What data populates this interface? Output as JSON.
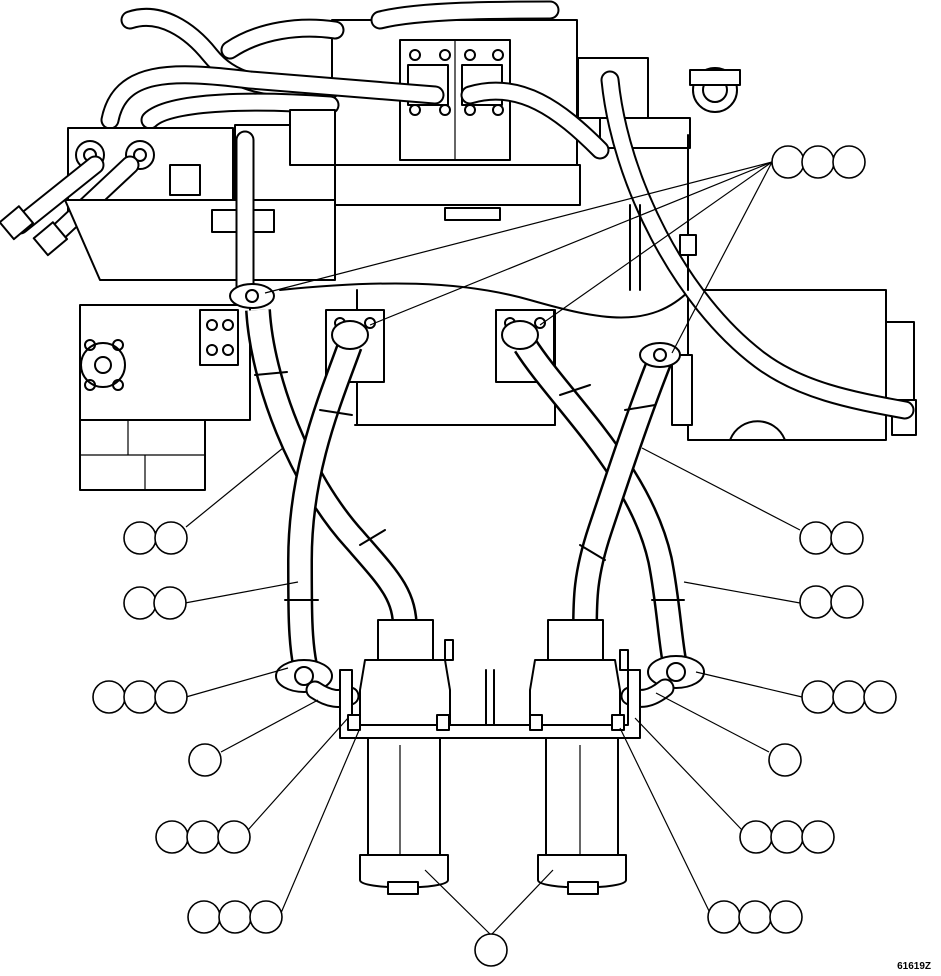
{
  "figure": {
    "code": "61619Z"
  },
  "callouts": [
    {
      "id": "c-upper-right",
      "count": 3
    },
    {
      "id": "c-left-1",
      "count": 2
    },
    {
      "id": "c-right-1",
      "count": 2
    },
    {
      "id": "c-left-2",
      "count": 2
    },
    {
      "id": "c-right-2",
      "count": 2
    },
    {
      "id": "c-left-3",
      "count": 3
    },
    {
      "id": "c-right-3",
      "count": 3
    },
    {
      "id": "c-left-4",
      "count": 1
    },
    {
      "id": "c-right-4",
      "count": 1
    },
    {
      "id": "c-left-5",
      "count": 3
    },
    {
      "id": "c-right-5",
      "count": 3
    },
    {
      "id": "c-left-6",
      "count": 3
    },
    {
      "id": "c-right-6",
      "count": 3
    },
    {
      "id": "c-bottom",
      "count": 1
    }
  ]
}
